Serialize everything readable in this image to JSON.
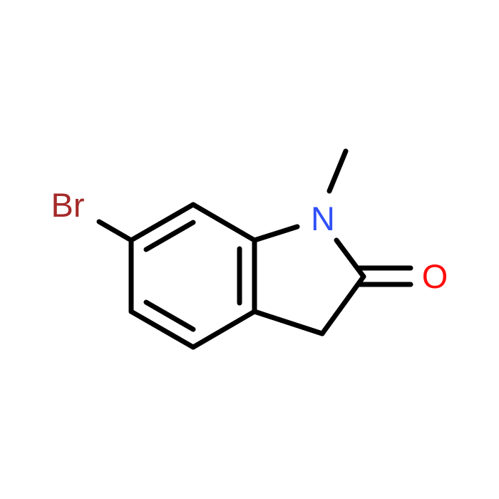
{
  "molecule": {
    "atoms": {
      "bromine": {
        "label": "Br",
        "color": "#a52a2a"
      },
      "nitrogen": {
        "label": "N",
        "color": "#3050f8"
      },
      "oxygen": {
        "label": "O",
        "color": "#ff0d0d"
      }
    },
    "bond_color": "#000000",
    "background": "#ffffff"
  }
}
